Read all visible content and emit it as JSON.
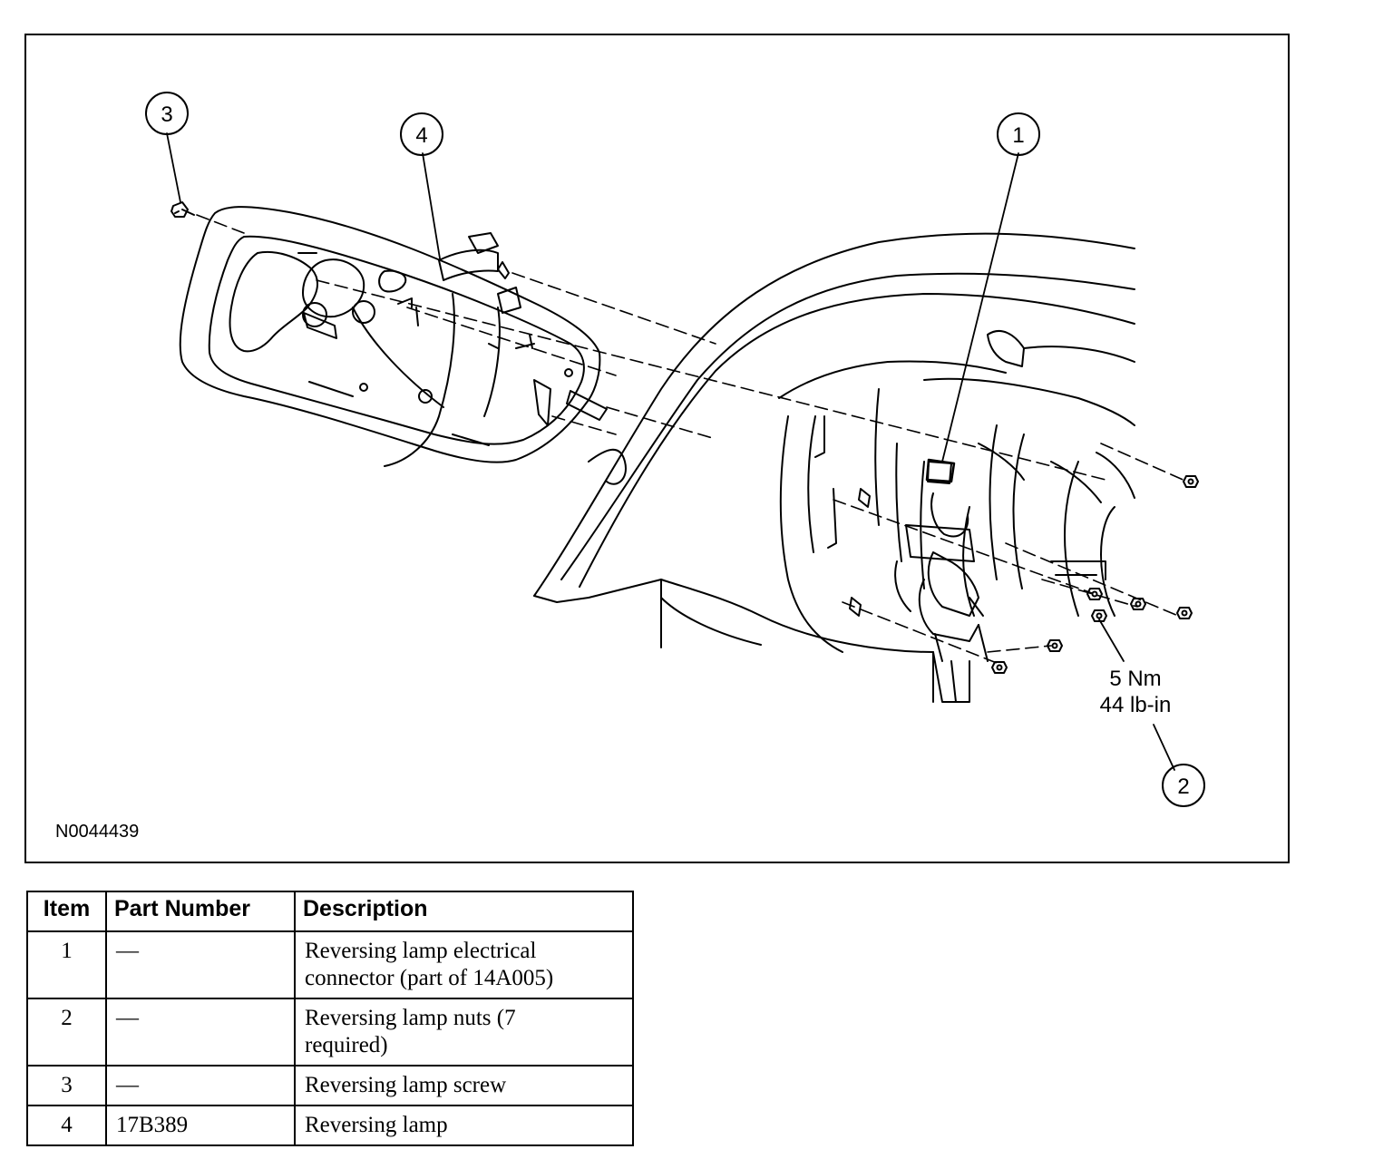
{
  "figure": {
    "id_code": "N0044439",
    "callouts": {
      "c1": "1",
      "c2": "2",
      "c3": "3",
      "c4": "4"
    },
    "torque_line1": "5 Nm",
    "torque_line2": "44 lb-in"
  },
  "parts_table": {
    "headers": {
      "item": "Item",
      "part_number": "Part Number",
      "description": "Description"
    },
    "rows": [
      {
        "item": "1",
        "part_number": "—",
        "description_lines": [
          "Reversing lamp electrical",
          "connector (part of 14A005)"
        ]
      },
      {
        "item": "2",
        "part_number": "—",
        "description_lines": [
          "Reversing lamp nuts (7",
          "required)"
        ]
      },
      {
        "item": "3",
        "part_number": "—",
        "description_lines": [
          "Reversing lamp screw"
        ]
      },
      {
        "item": "4",
        "part_number": "17B389",
        "description_lines": [
          "Reversing lamp"
        ]
      }
    ]
  }
}
